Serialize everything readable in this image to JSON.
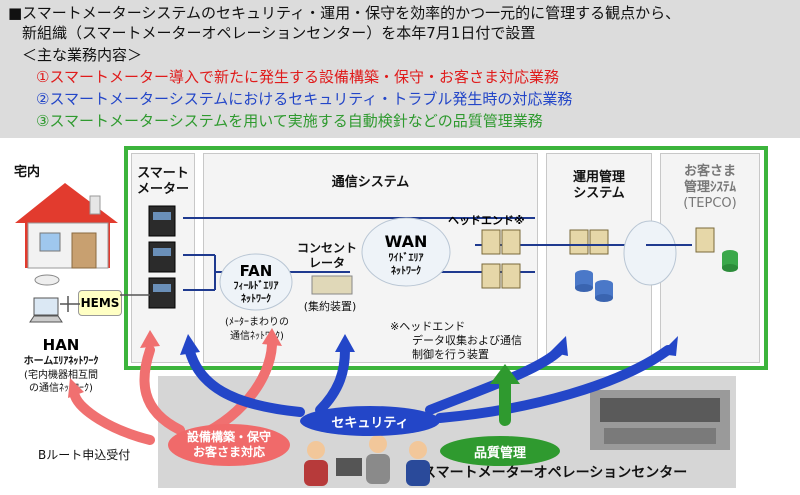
{
  "header": {
    "line1": "■スマートメーターシステムのセキュリティ・運用・保守を効率的かつ一元的に管理する観点から、",
    "line2": "新組織（スマートメーターオペレーションセンター）を本年7月1日付で設置",
    "line3": "＜主な業務内容＞",
    "item1": "①スマートメーター導入で新たに発生する設備構築・保守・お客さま対応業務",
    "item2": "②スマートメーターシステムにおけるセキュリティ・トラブル発生時の対応業務",
    "item3": "③スマートメーターシステムを用いて実施する自動検針などの品質管理業務"
  },
  "colors": {
    "red": "#e01b1b",
    "blue": "#2346c8",
    "green": "#2f9a2f",
    "border_green": "#3cb43c"
  },
  "home": {
    "label": "宅内",
    "hems": "HEMS",
    "han_title": "HAN",
    "han_sub": "ホームｴﾘｱﾈｯﾄﾜｰｸ",
    "han_desc1": "(宅内機器相互間",
    "han_desc2": "の通信ﾈｯﾄﾜｰｸ)",
    "broute": "Bルート申込受付"
  },
  "smart_meter": {
    "line1": "スマート",
    "line2": "メーター"
  },
  "comm": {
    "title": "通信システム",
    "fan_title": "FAN",
    "fan_sub1": "ﾌｨｰﾙﾄﾞｴﾘｱ",
    "fan_sub2": "ﾈｯﾄﾜｰｸ",
    "fan_desc1": "(ﾒｰﾀｰまわりの",
    "fan_desc2": "通信ﾈｯﾄﾜｰｸ)",
    "conc1": "コンセント",
    "conc2": "レータ",
    "conc3": "(集約装置)",
    "wan_title": "WAN",
    "wan_sub1": "ﾜｲﾄﾞｴﾘｱ",
    "wan_sub2": "ﾈｯﾄﾜｰｸ",
    "headend": "ヘッドエンド※",
    "note1": "※ヘッドエンド",
    "note2": "データ収集および通信",
    "note3": "制御を行う装置"
  },
  "ops_mgmt": {
    "line1": "運用管理",
    "line2": "システム"
  },
  "customer": {
    "line1": "お客さま",
    "line2": "管理ｼｽﾃﾑ",
    "line3": "(TEPCO)"
  },
  "center": {
    "name": "スマートメーターオペレーションセンター",
    "pill_red1": "設備構築・保守",
    "pill_red2": "お客さま対応",
    "pill_blue": "セキュリティ",
    "pill_green": "品質管理"
  }
}
